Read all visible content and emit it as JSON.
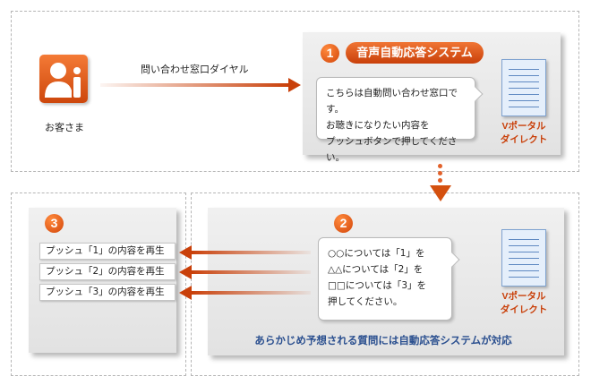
{
  "customer": {
    "label": "お客さま",
    "icon": "customer-icon"
  },
  "call_arrow": {
    "label": "問い合わせ窓口ダイヤル"
  },
  "step1": {
    "number": "1",
    "system_label": "音声自動応答システム",
    "message_lines": [
      "こちらは自動問い合わせ窓口です。",
      "お聴きになりたい内容を",
      "プッシュボタンで押してください。"
    ],
    "doc_caption_lines": [
      "Vポータル",
      "ダイレクト"
    ]
  },
  "step2": {
    "number": "2",
    "message_lines": [
      "○○については「1」を",
      "△△については「2」を",
      "□□については「3」を",
      "押してください。"
    ],
    "doc_caption_lines": [
      "Vポータル",
      "ダイレクト"
    ],
    "footer_note": "あらかじめ予想される質問には自動応答システムが対応"
  },
  "step3": {
    "number": "3",
    "options": [
      "プッシュ「1」の内容を再生",
      "プッシュ「2」の内容を再生",
      "プッシュ「3」の内容を再生"
    ]
  },
  "colors": {
    "accent": "#d4500f",
    "footer_text": "#2a4f8f",
    "doc_caption": "#c9400a"
  }
}
